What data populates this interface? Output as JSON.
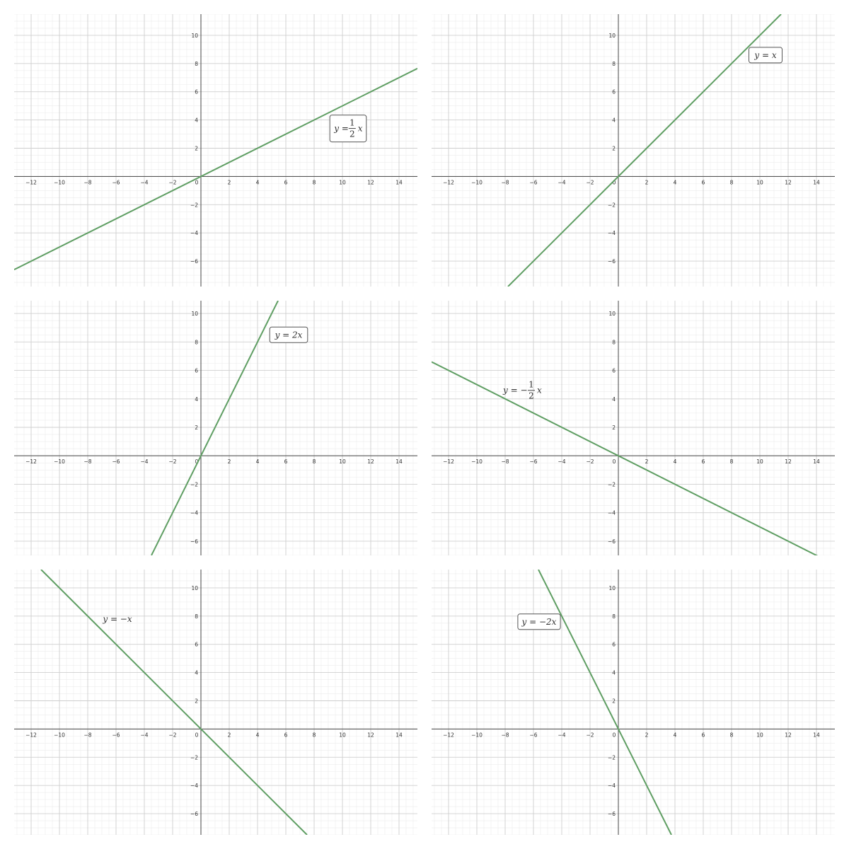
{
  "colors": {
    "line": "#5f9e63",
    "axis": "#555555",
    "major_grid": "#cfcfcf",
    "minor_grid": "#ececec",
    "label_box": "#555555"
  },
  "chart_data": [
    {
      "type": "line",
      "xlim": [
        -13.2,
        15.3
      ],
      "ylim": [
        -7.8,
        11.5
      ],
      "grid": true,
      "xticks": [
        -12,
        -10,
        -8,
        -6,
        -4,
        -2,
        0,
        2,
        4,
        6,
        8,
        10,
        12,
        14
      ],
      "yticks": [
        -6,
        -4,
        -2,
        2,
        4,
        6,
        8,
        10
      ],
      "series": [
        {
          "equation_label": {
            "lhs": "y =",
            "numerator": "1",
            "denominator": "2",
            "var": "x",
            "boxed": true,
            "anchor": [
              10.4,
              3.4
            ]
          },
          "x": [
            -13.2,
            15.3
          ],
          "y": [
            -6.6,
            7.65
          ]
        }
      ]
    },
    {
      "type": "line",
      "xlim": [
        -13.2,
        15.3
      ],
      "ylim": [
        -7.8,
        11.5
      ],
      "grid": true,
      "xticks": [
        -12,
        -10,
        -8,
        -6,
        -4,
        -2,
        0,
        2,
        4,
        6,
        8,
        10,
        12,
        14
      ],
      "yticks": [
        -6,
        -4,
        -2,
        2,
        4,
        6,
        8,
        10
      ],
      "series": [
        {
          "equation_label": {
            "text": "y = x",
            "boxed": true,
            "anchor": [
              10.4,
              8.6
            ]
          },
          "x": [
            -7.8,
            11.5
          ],
          "y": [
            -7.8,
            11.5
          ]
        }
      ]
    },
    {
      "type": "line",
      "xlim": [
        -13.2,
        15.3
      ],
      "ylim": [
        -7.0,
        10.9
      ],
      "grid": true,
      "xticks": [
        -12,
        -10,
        -8,
        -6,
        -4,
        -2,
        0,
        2,
        4,
        6,
        8,
        10,
        12,
        14
      ],
      "yticks": [
        -6,
        -4,
        -2,
        2,
        4,
        6,
        8,
        10
      ],
      "series": [
        {
          "equation_label": {
            "text": "y = 2x",
            "boxed": true,
            "anchor": [
              6.2,
              8.5
            ]
          },
          "x": [
            -3.5,
            5.45
          ],
          "y": [
            -7.0,
            10.9
          ]
        }
      ]
    },
    {
      "type": "line",
      "xlim": [
        -13.2,
        15.3
      ],
      "ylim": [
        -7.0,
        10.9
      ],
      "grid": true,
      "xticks": [
        -12,
        -10,
        -8,
        -6,
        -4,
        -2,
        0,
        2,
        4,
        6,
        8,
        10,
        12,
        14
      ],
      "yticks": [
        -6,
        -4,
        -2,
        2,
        4,
        6,
        8,
        10
      ],
      "series": [
        {
          "equation_label": {
            "lhs": "y = −",
            "numerator": "1",
            "denominator": "2",
            "var": "x",
            "boxed": false,
            "anchor": [
              -6.8,
              4.6
            ]
          },
          "x": [
            -13.2,
            14.3
          ],
          "y": [
            6.6,
            -7.15
          ]
        }
      ]
    },
    {
      "type": "line",
      "xlim": [
        -13.2,
        15.3
      ],
      "ylim": [
        -7.5,
        11.3
      ],
      "grid": true,
      "xticks": [
        -12,
        -10,
        -8,
        -6,
        -4,
        -2,
        0,
        2,
        4,
        6,
        8,
        10,
        12,
        14
      ],
      "yticks": [
        -6,
        -4,
        -2,
        2,
        4,
        6,
        8,
        10
      ],
      "series": [
        {
          "equation_label": {
            "text": "y = −x",
            "boxed": false,
            "anchor": [
              -5.9,
              7.8
            ]
          },
          "x": [
            -11.3,
            7.5
          ],
          "y": [
            11.3,
            -7.5
          ]
        }
      ]
    },
    {
      "type": "line",
      "xlim": [
        -13.2,
        15.3
      ],
      "ylim": [
        -7.5,
        11.3
      ],
      "grid": true,
      "xticks": [
        -12,
        -10,
        -8,
        -6,
        -4,
        -2,
        0,
        2,
        4,
        6,
        8,
        10,
        12,
        14
      ],
      "yticks": [
        -6,
        -4,
        -2,
        2,
        4,
        6,
        8,
        10
      ],
      "series": [
        {
          "equation_label": {
            "text": "y = −2x",
            "boxed": true,
            "anchor": [
              -5.6,
              7.6
            ]
          },
          "x": [
            -5.65,
            3.75
          ],
          "y": [
            11.3,
            -7.5
          ]
        }
      ]
    }
  ]
}
